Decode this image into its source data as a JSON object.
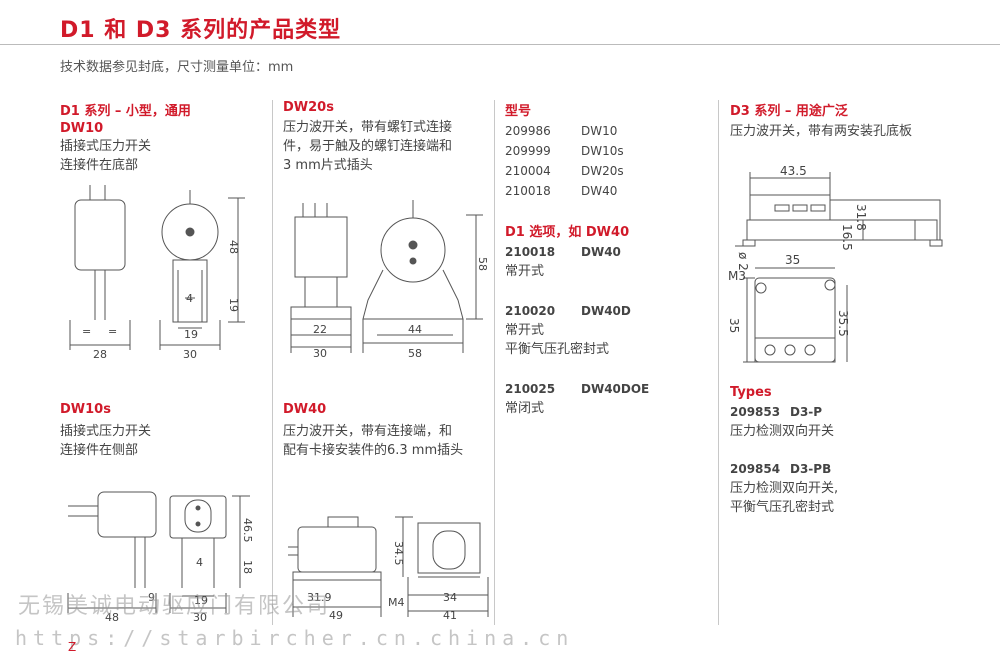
{
  "title": "D1 和 D3 系列的产品类型",
  "subtitle": "技术数据参见封底，尺寸测量单位：mm",
  "col1": {
    "dw10": {
      "heading": "D1 系列 – 小型，通用",
      "name": "DW10",
      "desc1": "插接式压力开关",
      "desc2": "连接件在底部",
      "dims": {
        "d28": "28",
        "d30": "30",
        "d19": "19",
        "d4": "4",
        "d48": "48",
        "d19v": "19",
        "eq1": "=",
        "eq2": "="
      }
    },
    "dw10s": {
      "name": "DW10s",
      "desc1": "插接式压力开关",
      "desc2": "连接件在侧部",
      "dims": {
        "d48": "48",
        "d9": "9",
        "d30": "30",
        "d19": "19",
        "d4": "4",
        "d465": "46.5",
        "d18": "18"
      }
    }
  },
  "col2": {
    "dw20s": {
      "name": "DW20s",
      "desc1": "压力波开关，带有螺钉式连接",
      "desc2": "件，易于触及的螺钉连接端和",
      "desc3": "3 mm片式插头",
      "dims": {
        "d22": "22",
        "d30": "30",
        "d44": "44",
        "d58": "58",
        "d58v": "58"
      }
    },
    "dw40": {
      "name": "DW40",
      "desc1": "压力波开关，带有连接端，和",
      "desc2": "配有卡接安装件的6.3 mm插头",
      "dims": {
        "d319": "31.9",
        "d49": "49",
        "d345": "34.5",
        "d34": "34",
        "d41": "41",
        "m4": "M4"
      }
    }
  },
  "col3": {
    "heading": "型号",
    "models": [
      {
        "code": "209986",
        "name": "DW10"
      },
      {
        "code": "209999",
        "name": "DW10s"
      },
      {
        "code": "210004",
        "name": "DW20s"
      },
      {
        "code": "210018",
        "name": "DW40"
      }
    ],
    "options_heading": "D1 选项，如 DW40",
    "options": [
      {
        "code": "210018",
        "name": "DW40",
        "desc1": "常开式",
        "desc2": ""
      },
      {
        "code": "210020",
        "name": "DW40D",
        "desc1": "常开式",
        "desc2": "平衡气压孔密封式"
      },
      {
        "code": "210025",
        "name": "DW40DOE",
        "desc1": "常闭式",
        "desc2": ""
      }
    ]
  },
  "col4": {
    "heading": "D3 系列 – 用途广泛",
    "desc": "压力波开关，带有两安装孔底板",
    "dims": {
      "d435": "43.5",
      "d318": "31.8",
      "d165": "16.5",
      "d2": "ø 2",
      "d35": "35",
      "m3": "M3",
      "d35v": "35",
      "d355": "35.5"
    },
    "types_heading": "Types",
    "types": [
      {
        "code": "209853",
        "name": "D3-P",
        "desc1": "压力检测双向开关",
        "desc2": ""
      },
      {
        "code": "209854",
        "name": "D3-PB",
        "desc1": "压力检测双向开关,",
        "desc2": "平衡气压孔密封式"
      }
    ]
  },
  "watermark": {
    "company": "无锡美诚电动驱应门有限公司",
    "url": "https://starbircher.cn.china.cn"
  },
  "page_mark": "Z"
}
